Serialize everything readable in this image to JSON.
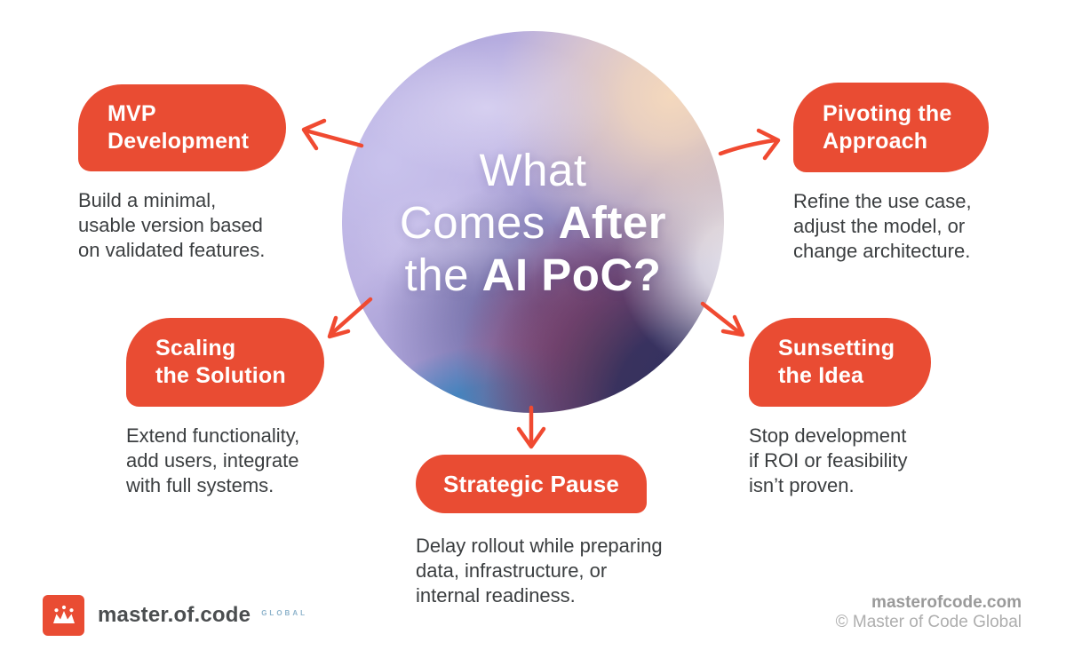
{
  "title": {
    "l1": "What",
    "l2a": "Comes ",
    "l2b": "After",
    "l3a": "the ",
    "l3b": "AI PoC?"
  },
  "nodes": [
    {
      "id": "mvp",
      "title_lines": [
        "MVP",
        "Development"
      ],
      "desc_lines": [
        "Build a minimal,",
        "usable version based",
        "on validated features."
      ]
    },
    {
      "id": "pivoting",
      "title_lines": [
        "Pivoting the",
        "Approach"
      ],
      "desc_lines": [
        "Refine the use case,",
        "adjust the model, or",
        "change architecture."
      ]
    },
    {
      "id": "scaling",
      "title_lines": [
        "Scaling",
        "the Solution"
      ],
      "desc_lines": [
        "Extend functionality,",
        "add users, integrate",
        "with full systems."
      ]
    },
    {
      "id": "sunsetting",
      "title_lines": [
        "Sunsetting",
        "the Idea"
      ],
      "desc_lines": [
        "Stop development",
        "if ROI or feasibility",
        "isn’t proven."
      ]
    },
    {
      "id": "strategic-pause",
      "title_lines": [
        "Strategic Pause"
      ],
      "desc_lines": [
        "Delay rollout while preparing",
        "data, infrastructure, or",
        "internal readiness."
      ]
    }
  ],
  "footer": {
    "logo_text": "master.of.code",
    "logo_suffix": "GLOBAL",
    "website": "masterofcode.com",
    "copyright": "© Master of Code Global"
  },
  "colors": {
    "accent": "#e94c33",
    "arrow": "#f04a31",
    "description_text": "#3b3e40",
    "footer_gray": "#9a9a9a",
    "footer_light_gray": "#aeaeae",
    "logo_global_blue": "#8fb4cc"
  }
}
